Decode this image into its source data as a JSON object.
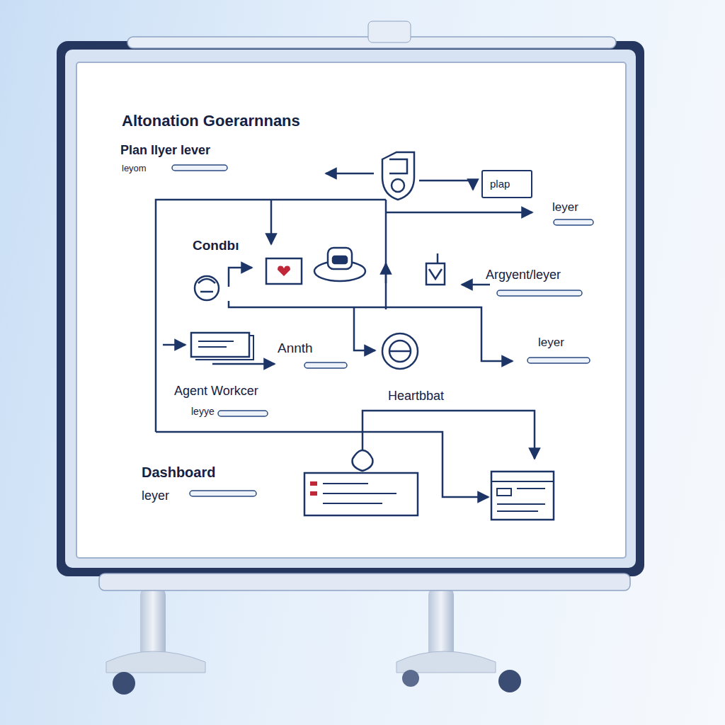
{
  "diagram": {
    "title": "Altonation Goerarnnans",
    "nodes": [
      {
        "text": [
          "plap"
        ]
      }
    ],
    "labels": [
      "Plan llyer lever",
      "leyom",
      "leyer",
      "Condbı",
      "Argyent/leyer",
      "Annth",
      "leyer",
      "Agent Workcer",
      "leyye",
      "Heartbbat",
      "Dashboard",
      "leyer"
    ]
  }
}
